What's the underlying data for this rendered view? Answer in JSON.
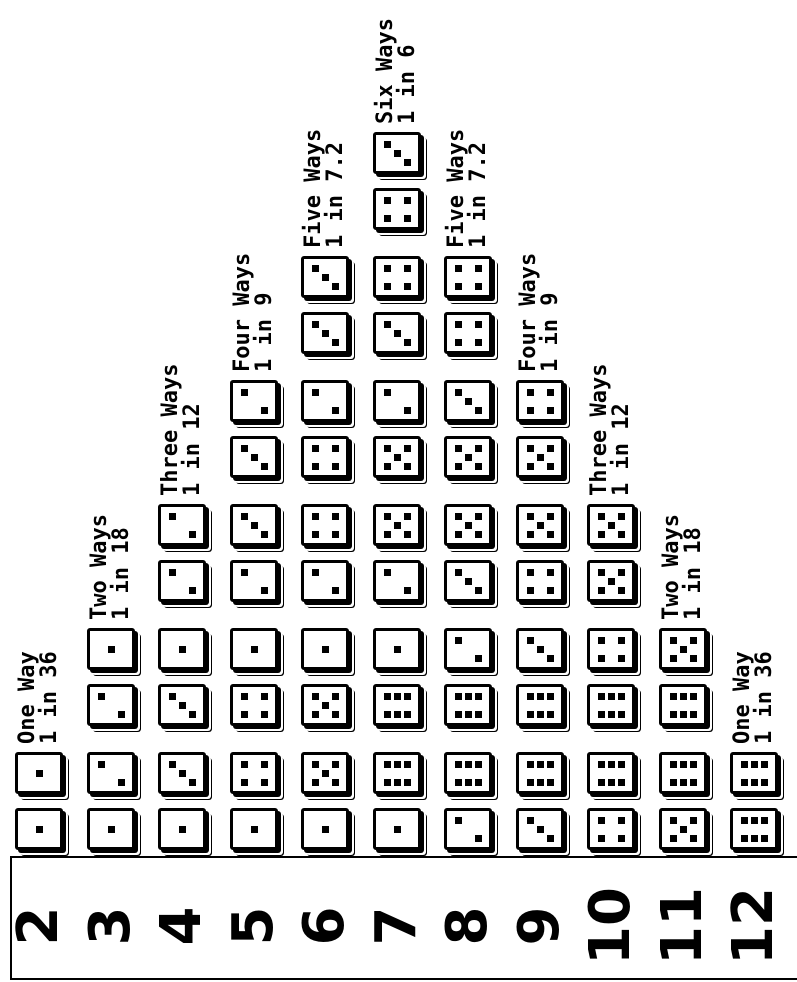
{
  "sums": [
    "2",
    "3",
    "4",
    "5",
    "6",
    "7",
    "8",
    "9",
    "10",
    "11",
    "12"
  ],
  "columns": [
    {
      "sum": "2",
      "line1": "One Way",
      "line2": "1 in 36",
      "combos": [
        [
          1,
          1
        ]
      ]
    },
    {
      "sum": "3",
      "line1": "Two Ways",
      "line2": "1 in 18",
      "combos": [
        [
          1,
          2
        ],
        [
          2,
          1
        ]
      ]
    },
    {
      "sum": "4",
      "line1": "Three Ways",
      "line2": "1 in 12",
      "combos": [
        [
          1,
          3
        ],
        [
          3,
          1
        ],
        [
          2,
          2
        ]
      ]
    },
    {
      "sum": "5",
      "line1": "Four Ways",
      "line2": "1 in 9",
      "combos": [
        [
          1,
          4
        ],
        [
          4,
          1
        ],
        [
          2,
          3
        ],
        [
          3,
          2
        ]
      ]
    },
    {
      "sum": "6",
      "line1": "Five Ways",
      "line2": "1 in 7.2",
      "combos": [
        [
          1,
          5
        ],
        [
          5,
          1
        ],
        [
          2,
          4
        ],
        [
          4,
          2
        ],
        [
          3,
          3
        ]
      ]
    },
    {
      "sum": "7",
      "line1": "Six Ways",
      "line2": "1 in 6",
      "combos": [
        [
          1,
          6
        ],
        [
          6,
          1
        ],
        [
          2,
          5
        ],
        [
          5,
          2
        ],
        [
          3,
          4
        ],
        [
          4,
          3
        ]
      ]
    },
    {
      "sum": "8",
      "line1": "Five Ways",
      "line2": "1 in 7.2",
      "combos": [
        [
          2,
          6
        ],
        [
          6,
          2
        ],
        [
          3,
          5
        ],
        [
          5,
          3
        ],
        [
          4,
          4
        ]
      ]
    },
    {
      "sum": "9",
      "line1": "Four Ways",
      "line2": "1 in 9",
      "combos": [
        [
          3,
          6
        ],
        [
          6,
          3
        ],
        [
          4,
          5
        ],
        [
          5,
          4
        ]
      ]
    },
    {
      "sum": "10",
      "line1": "Three Ways",
      "line2": "1 in 12",
      "combos": [
        [
          4,
          6
        ],
        [
          6,
          4
        ],
        [
          5,
          5
        ]
      ]
    },
    {
      "sum": "11",
      "line1": "Two Ways",
      "line2": "1 in 18",
      "combos": [
        [
          5,
          6
        ],
        [
          6,
          5
        ]
      ]
    },
    {
      "sum": "12",
      "line1": "One Way",
      "line2": "1 in 36",
      "combos": [
        [
          6,
          6
        ]
      ]
    }
  ]
}
